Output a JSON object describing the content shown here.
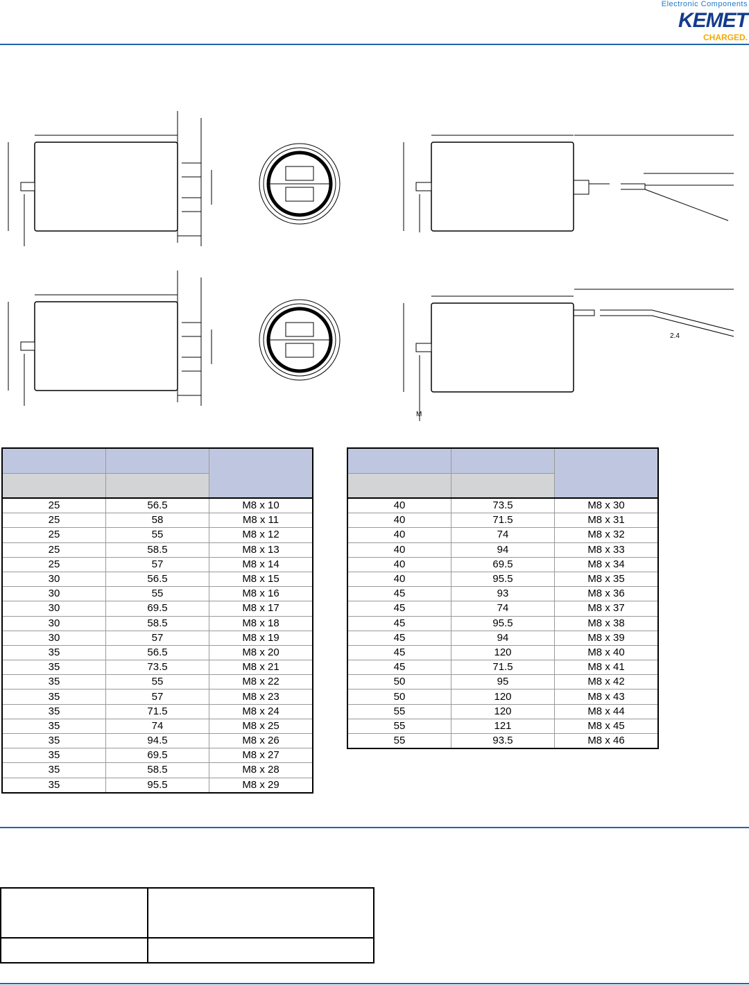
{
  "logo": {
    "tagline": "Electronic Components",
    "brand": "KEMET",
    "slogan": "CHARGED."
  },
  "drawing": {
    "wire_label": "2.4",
    "stud_label": "M"
  },
  "table_left": {
    "rows": [
      [
        "25",
        "56.5",
        "M8 x 10"
      ],
      [
        "25",
        "58",
        "M8 x 11"
      ],
      [
        "25",
        "55",
        "M8 x 12"
      ],
      [
        "25",
        "58.5",
        "M8 x 13"
      ],
      [
        "25",
        "57",
        "M8 x 14"
      ],
      [
        "30",
        "56.5",
        "M8 x 15"
      ],
      [
        "30",
        "55",
        "M8 x 16"
      ],
      [
        "30",
        "69.5",
        "M8 x 17"
      ],
      [
        "30",
        "58.5",
        "M8 x 18"
      ],
      [
        "30",
        "57",
        "M8 x 19"
      ],
      [
        "35",
        "56.5",
        "M8 x 20"
      ],
      [
        "35",
        "73.5",
        "M8 x 21"
      ],
      [
        "35",
        "55",
        "M8 x 22"
      ],
      [
        "35",
        "57",
        "M8 x 23"
      ],
      [
        "35",
        "71.5",
        "M8 x 24"
      ],
      [
        "35",
        "74",
        "M8 x 25"
      ],
      [
        "35",
        "94.5",
        "M8 x 26"
      ],
      [
        "35",
        "69.5",
        "M8 x 27"
      ],
      [
        "35",
        "58.5",
        "M8 x 28"
      ],
      [
        "35",
        "95.5",
        "M8 x 29"
      ]
    ]
  },
  "table_right": {
    "rows": [
      [
        "40",
        "73.5",
        "M8 x 30"
      ],
      [
        "40",
        "71.5",
        "M8 x 31"
      ],
      [
        "40",
        "74",
        "M8 x 32"
      ],
      [
        "40",
        "94",
        "M8 x 33"
      ],
      [
        "40",
        "69.5",
        "M8 x 34"
      ],
      [
        "40",
        "95.5",
        "M8 x 35"
      ],
      [
        "45",
        "93",
        "M8 x 36"
      ],
      [
        "45",
        "74",
        "M8 x 37"
      ],
      [
        "45",
        "95.5",
        "M8 x 38"
      ],
      [
        "45",
        "94",
        "M8 x 39"
      ],
      [
        "45",
        "120",
        "M8 x 40"
      ],
      [
        "45",
        "71.5",
        "M8 x 41"
      ],
      [
        "50",
        "95",
        "M8 x 42"
      ],
      [
        "50",
        "120",
        "M8 x 43"
      ],
      [
        "55",
        "120",
        "M8 x 44"
      ],
      [
        "55",
        "121",
        "M8 x 45"
      ],
      [
        "55",
        "93.5",
        "M8 x 46"
      ]
    ]
  }
}
